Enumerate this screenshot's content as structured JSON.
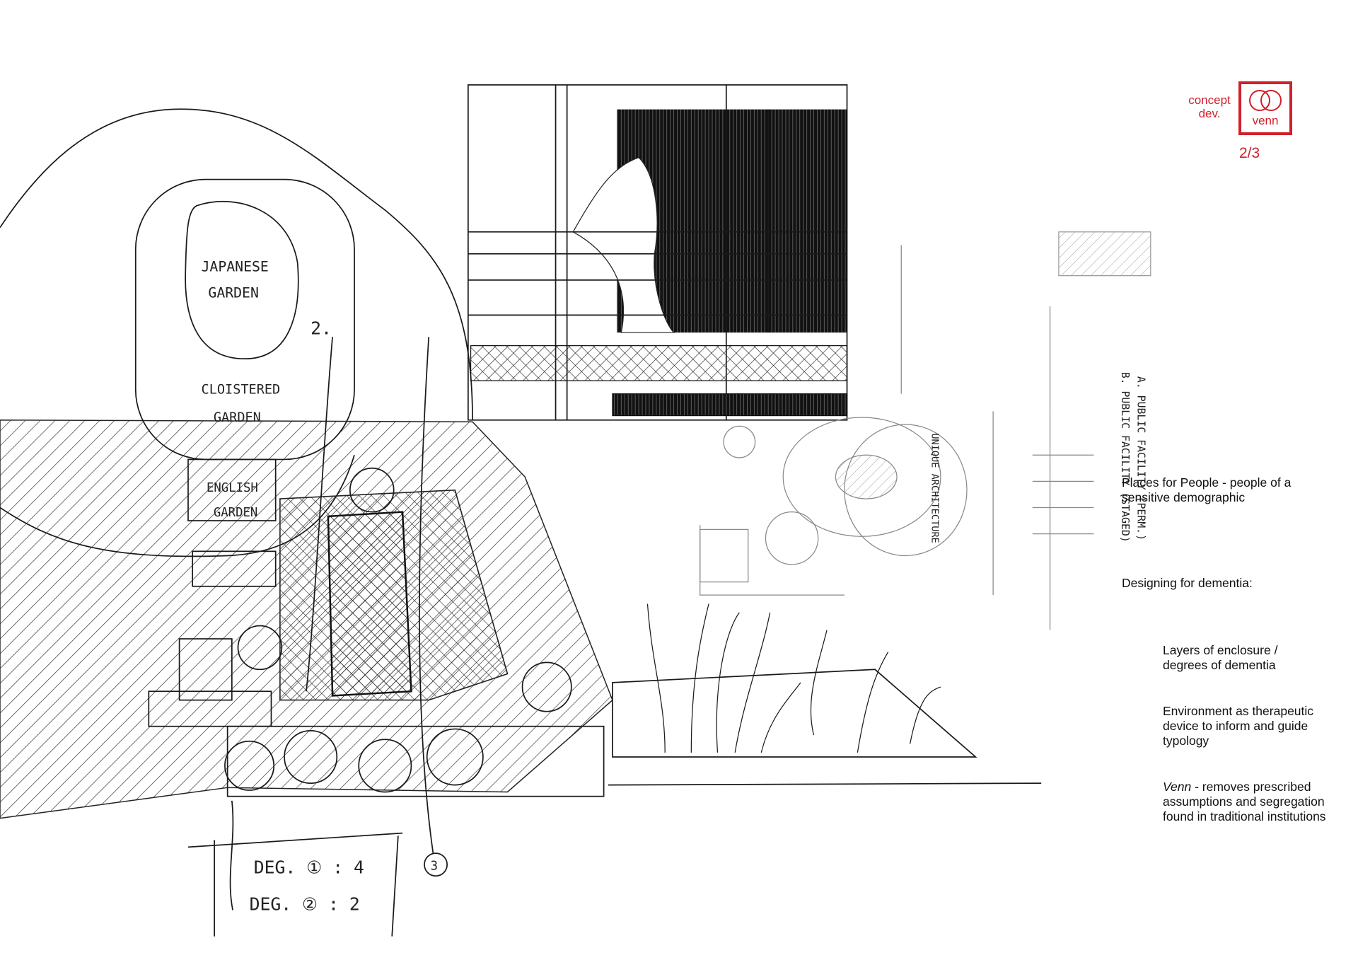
{
  "header": {
    "concept_label_line1": "concept",
    "concept_label_line2": "dev.",
    "logo_word": "venn",
    "page_indicator": "2/3",
    "accent_color": "#d0202a"
  },
  "notes": {
    "intro": "Places for People - people of a sensitive demographic",
    "heading": "Designing for dementia:",
    "points": [
      "Layers of enclosure  / degrees of dementia",
      "Environment as therapeutic device to inform and guide typology"
    ],
    "venn_term": "Venn",
    "venn_rest": " - removes prescribed assumptions and segregation found in traditional institutions"
  },
  "sketch_labels": {
    "japanese_1": "JAPANESE",
    "japanese_2": "GARDEN",
    "cloister_1": "CLOISTERED",
    "cloister_2": "GARDEN",
    "english_1": "ENGLISH",
    "english_2": "GARDEN",
    "marker_2": "2.",
    "marker_3": "3",
    "deg_1": "DEG. ① : 4",
    "deg_2": "DEG. ② : 2",
    "public_a": "A. PUBLIC FACILITY (PERM.)",
    "public_b": "B. PUBLIC FACILITY (STAGED)",
    "unique": "UNIQUE ARCHITECTURE"
  }
}
